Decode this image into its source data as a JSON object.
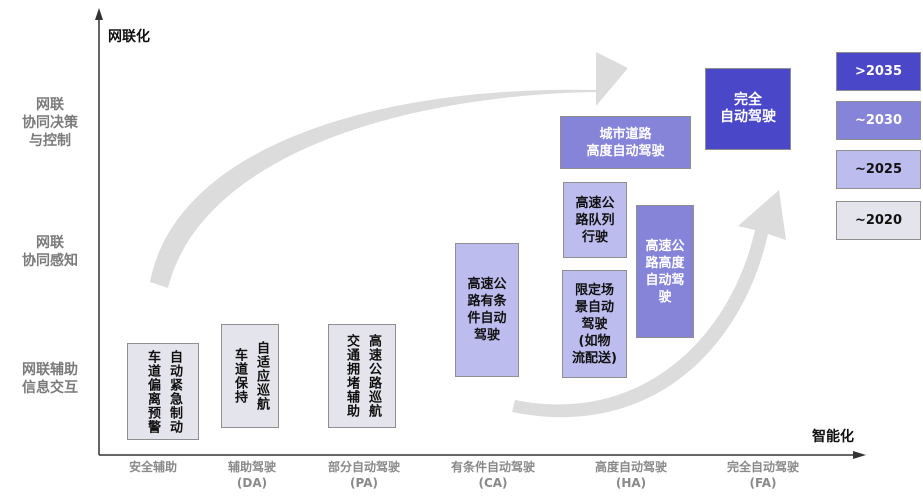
{
  "axes": {
    "y_title": "网联化",
    "x_title": "智能化"
  },
  "y_levels": [
    "网联\n协同决策\n与控制",
    "网联\n协同感知",
    "网联辅助\n信息交互"
  ],
  "x_levels": [
    "安全辅助",
    "辅助驾驶\n(DA)",
    "部分自动驾驶\n(PA)",
    "有条件自动驾驶\n(CA)",
    "高度自动驾驶\n(HA)",
    "完全自动驾驶\n(FA)"
  ],
  "boxes": {
    "safety_1": "车道偏离预警",
    "safety_2": "自动紧急制动",
    "da_1": "车道保持",
    "da_2": "自适应巡航",
    "pa_1": "交通拥堵辅助",
    "pa_2": "高速公路巡航",
    "ca": "高速公\n路有条\n件自动\n驾驶",
    "ha_city": "城市道路\n高度自动驾驶",
    "ha_platoon": "高速公\n路队列\n行驶",
    "ha_limited": "限定场\n景自动\n驾驶\n(如物\n流配送)",
    "ha_highway": "高速公\n路高度\n自动驾\n驶",
    "fa": "完全\n自动驾驶"
  },
  "legend": [
    {
      "label": ">2035",
      "color": "#4a47c9"
    },
    {
      "label": "~2030",
      "color": "#8684d9"
    },
    {
      "label": "~2025",
      "color": "#bdbcef"
    },
    {
      "label": "~2020",
      "color": "#e4e4ec"
    }
  ],
  "colors": {
    "y2020": "#e4e4ec",
    "y2025": "#bdbcef",
    "y2030": "#8684d9",
    "y2035": "#4a47c9",
    "arrow": "#dcdcdc"
  }
}
